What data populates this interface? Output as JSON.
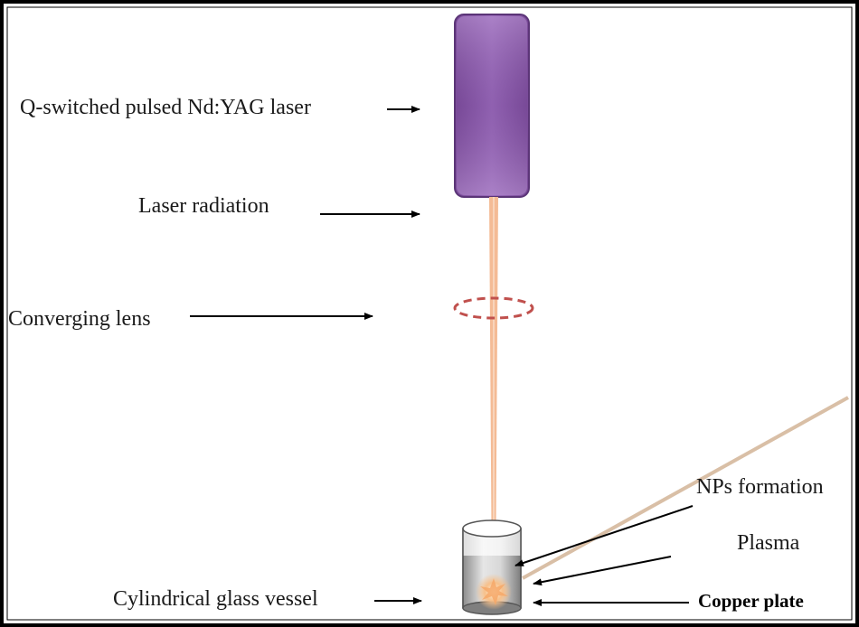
{
  "labels": {
    "laser": "Q-switched pulsed Nd:YAG laser",
    "radiation": "Laser radiation",
    "lens": "Converging lens",
    "vessel": "Cylindrical glass vessel",
    "nps": "NPs formation",
    "plasma": "Plasma",
    "copper": "Copper plate"
  },
  "colors": {
    "border": "#000000",
    "laser_body": "#8a5aa8",
    "beam": "#f2b48c",
    "lens": "#c0504d",
    "arrow": "#000000"
  }
}
